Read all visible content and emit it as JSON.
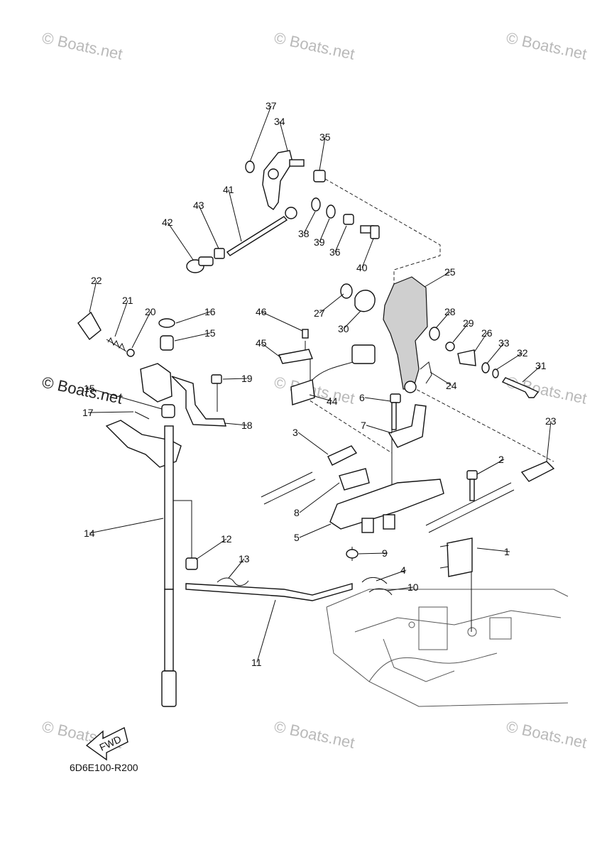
{
  "diagram_code": "6D6E100-R200",
  "fwd_label": "FWD",
  "watermark_text": "© Boats.net",
  "watermark_dark_text": "© Boats.net",
  "part_labels": [
    "1",
    "2",
    "3",
    "4",
    "5",
    "6",
    "7",
    "8",
    "9",
    "10",
    "11",
    "12",
    "13",
    "14",
    "15",
    "15",
    "16",
    "17",
    "18",
    "19",
    "20",
    "21",
    "22",
    "23",
    "24",
    "25",
    "26",
    "27",
    "28",
    "29",
    "30",
    "31",
    "32",
    "33",
    "34",
    "35",
    "36",
    "37",
    "38",
    "39",
    "40",
    "41",
    "42",
    "43",
    "44",
    "45",
    "46"
  ]
}
